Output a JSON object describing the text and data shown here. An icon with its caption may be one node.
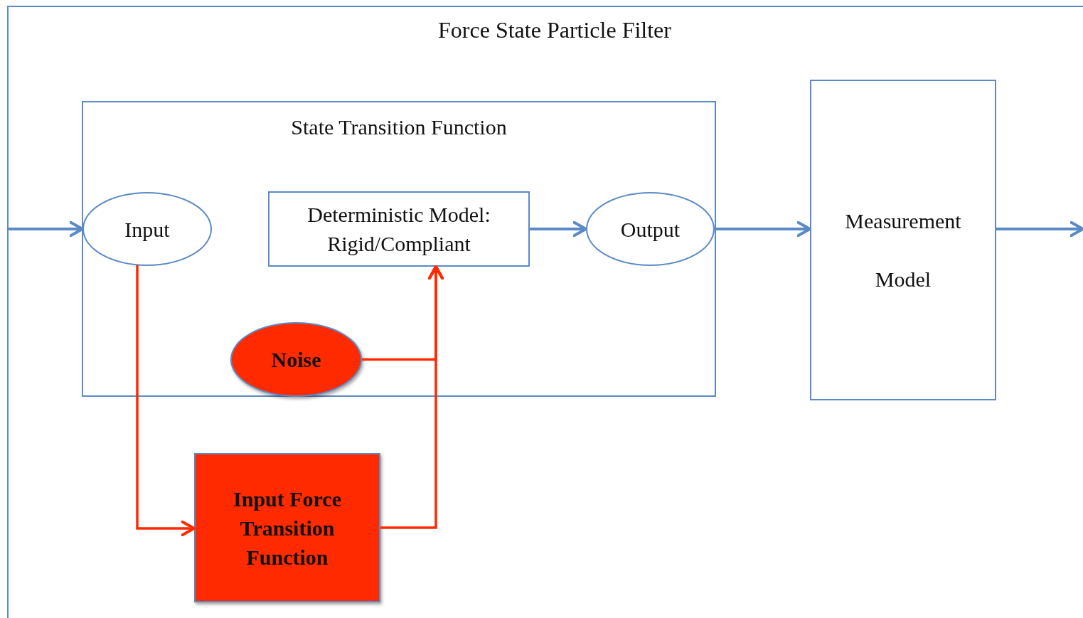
{
  "diagram": {
    "nodes": [
      {
        "text": [
          "Force State Particle Filter"
        ]
      },
      {
        "text": [
          "State Transition Function"
        ],
        "in": 0
      },
      {
        "text": [
          "Input"
        ],
        "in": 1
      },
      {
        "text": [
          "Deterministic Model: Rigid/Compliant"
        ],
        "in": 1
      },
      {
        "text": [
          "Output"
        ],
        "in": 1
      },
      {
        "text": [
          "Noise"
        ],
        "in": 1
      },
      {
        "text": [
          "Measurement Model"
        ],
        "in": 0
      },
      {
        "text": [
          "Input Force Transition Function"
        ],
        "in": 0
      }
    ],
    "edges": [
      {
        "from": null,
        "to": 2,
        "arrow": "to"
      },
      {
        "from": 3,
        "to": 4,
        "arrow": "to"
      },
      {
        "from": 4,
        "to": 6,
        "arrow": "to"
      },
      {
        "from": 6,
        "to": null,
        "arrow": "to"
      },
      {
        "from": 2,
        "to": 7,
        "arrow": "to",
        "color": "#ff2a00"
      },
      {
        "from": 7,
        "to": 3,
        "arrow": "to",
        "color": "#ff2a00"
      },
      {
        "from": 5,
        "to": 3,
        "arrow": "to",
        "color": "#ff2a00"
      }
    ]
  }
}
